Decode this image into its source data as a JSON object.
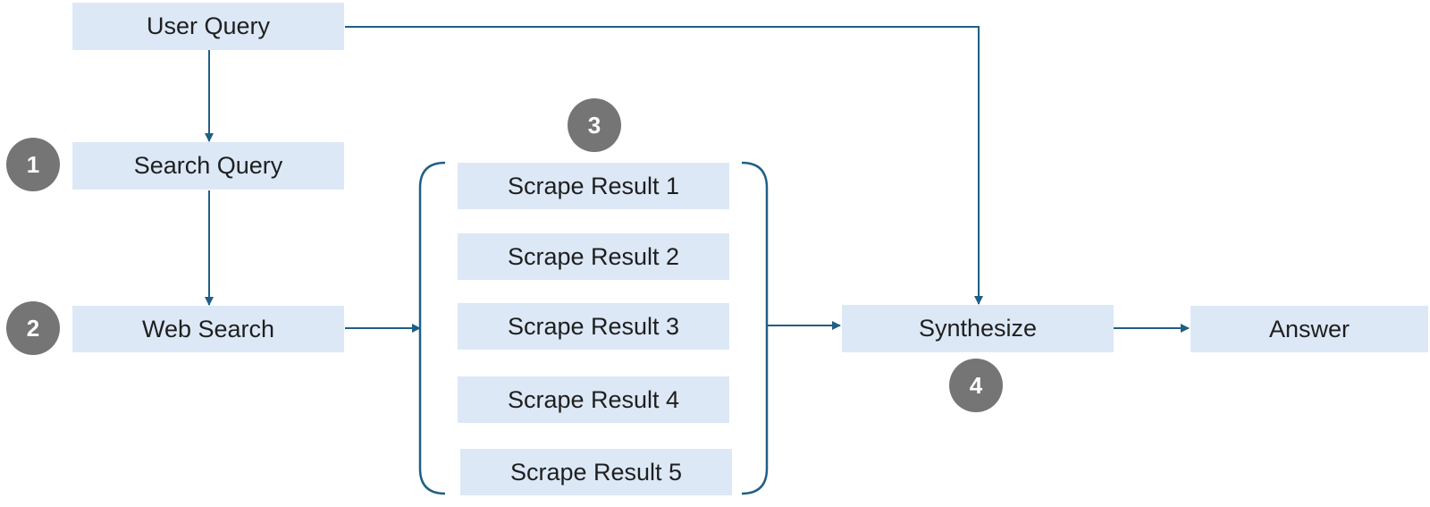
{
  "nodes": {
    "user_query": "User Query",
    "search_query": "Search Query",
    "web_search": "Web Search",
    "scrape_results": [
      "Scrape Result 1",
      "Scrape Result 2",
      "Scrape Result 3",
      "Scrape Result 4",
      "Scrape Result 5"
    ],
    "synthesize": "Synthesize",
    "answer": "Answer"
  },
  "steps": [
    "1",
    "2",
    "3",
    "4"
  ],
  "colors": {
    "box_fill": "#dce8f6",
    "connector": "#1f5f85",
    "badge_fill": "#757575",
    "badge_text": "#ffffff"
  }
}
